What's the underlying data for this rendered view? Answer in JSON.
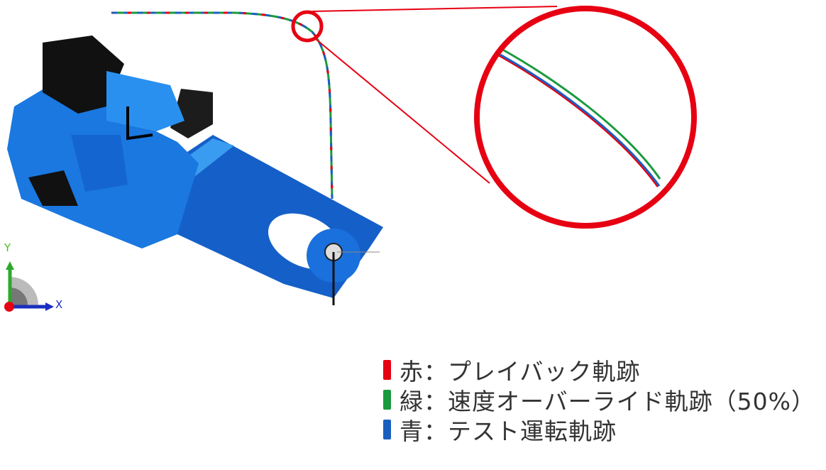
{
  "legend": {
    "items": [
      {
        "color_name": "赤",
        "separator": "：",
        "label": "プレイバック軌跡",
        "color": "#e60012"
      },
      {
        "color_name": "緑",
        "separator": "：",
        "label": "速度オーバーライド軌跡（50%）",
        "color": "#1a9a3e"
      },
      {
        "color_name": "青",
        "separator": "：",
        "label": "テスト運転軌跡",
        "color": "#1a5fbf"
      }
    ]
  },
  "axes": {
    "x_label": "X",
    "y_label": "Y",
    "x_color": "#1a2fbf",
    "y_color": "#4cbb2a",
    "origin_color": "#e60012"
  },
  "magnifier": {
    "ring_color": "#e60012",
    "icon": "magnifier-circle-icon"
  },
  "robot": {
    "body_color": "#1a78e0",
    "dark_color": "#111111",
    "icon": "robot-arm-icon"
  }
}
